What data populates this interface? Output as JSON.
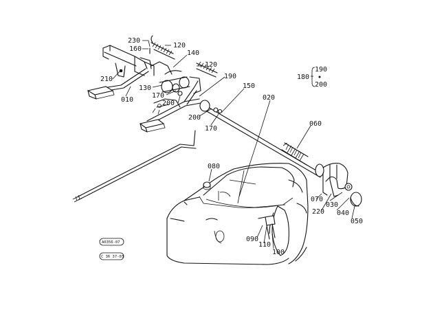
{
  "diagram": {
    "callouts": {
      "p230": "230",
      "p160": "160",
      "p120a": "120",
      "p140": "140",
      "p120b": "120",
      "p190": "190",
      "p210": "210",
      "p130": "130",
      "p170a": "170",
      "p200a": "200",
      "p010": "010",
      "p150": "150",
      "p020": "020",
      "p200b": "200",
      "p170b": "170",
      "p060": "060",
      "p080": "080",
      "p070": "070",
      "p030": "030",
      "p220": "220",
      "p040": "040",
      "p050": "050",
      "p090": "090",
      "p110": "110",
      "p100": "100"
    },
    "legend": {
      "code": "180",
      "top": "190",
      "bottom": "200"
    },
    "stamps": {
      "stamp1": "A0356-07",
      "stamp2": "C 36 37-03"
    }
  }
}
